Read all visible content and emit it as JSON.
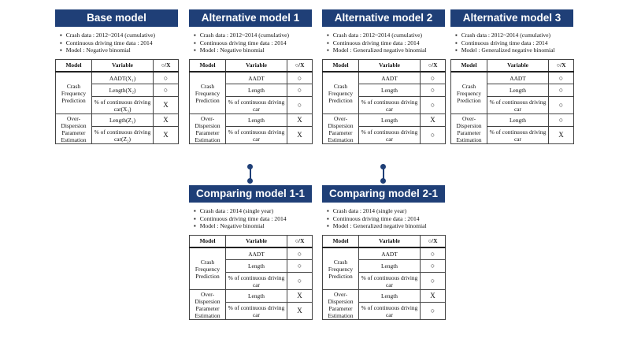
{
  "header_cols": {
    "model": "Model",
    "variable": "Variable",
    "mark": "○/X"
  },
  "base": {
    "title": "Base model",
    "bullets": [
      "Crash data : 2012~2014 (cumulative)",
      "Continuous driving time data : 2014",
      "Model : Negative binomial"
    ],
    "cat1": "Crash Frequency Prediction",
    "cat2": "Over-Dispersion Parameter Estimation",
    "rows": [
      {
        "var": "AADT(X₁)",
        "mark": "○"
      },
      {
        "var": "Length(X₂)",
        "mark": "○"
      },
      {
        "var": "% of continuous driving car(X₃)",
        "mark": "X"
      },
      {
        "var": "Length(Z₁)",
        "mark": "X"
      },
      {
        "var": "% of continuous driving car(Z₂)",
        "mark": "X"
      }
    ]
  },
  "alt1": {
    "title": "Alternative model 1",
    "bullets": [
      "Crash data : 2012~2014 (cumulative)",
      "Continuous driving time data : 2014",
      "Model : Negative binomial"
    ],
    "cat1": "Crash Frequency Prediction",
    "cat2": "Over-Dispersion Parameter Estimation",
    "rows": [
      {
        "var": "AADT",
        "mark": "○"
      },
      {
        "var": "Length",
        "mark": "○"
      },
      {
        "var": "% of continuous driving car",
        "mark": "○"
      },
      {
        "var": "Length",
        "mark": "X"
      },
      {
        "var": "% of continuous driving car",
        "mark": "X"
      }
    ]
  },
  "alt2": {
    "title": "Alternative model 2",
    "bullets": [
      "Crash data : 2012~2014 (cumulative)",
      "Continuous driving time data : 2014",
      "Model : Generalized negative binomial"
    ],
    "cat1": "Crash Frequency Prediction",
    "cat2": "Over-Dispersion Parameter Estimation",
    "rows": [
      {
        "var": "AADT",
        "mark": "○"
      },
      {
        "var": "Length",
        "mark": "○"
      },
      {
        "var": "% of continuous driving car",
        "mark": "○"
      },
      {
        "var": "Length",
        "mark": "X"
      },
      {
        "var": "% of continuous driving car",
        "mark": "○"
      }
    ]
  },
  "alt3": {
    "title": "Alternative model 3",
    "bullets": [
      "Crash data : 2012~2014 (cumulative)",
      "Continuous driving time data : 2014",
      "Model : Generalized negative binomial"
    ],
    "cat1": "Crash Frequency Prediction",
    "cat2": "Over-Dispersion Parameter Estimation",
    "rows": [
      {
        "var": "AADT",
        "mark": "○"
      },
      {
        "var": "Length",
        "mark": "○"
      },
      {
        "var": "% of continuous driving car",
        "mark": "○"
      },
      {
        "var": "Length",
        "mark": "○"
      },
      {
        "var": "% of continuous driving car",
        "mark": "X"
      }
    ]
  },
  "cmp1": {
    "title": "Comparing model 1-1",
    "bullets": [
      "Crash data : 2014 (single year)",
      "Continuous driving time data : 2014",
      "Model : Negative binomial"
    ],
    "cat1": "Crash Frequency Prediction",
    "cat2": "Over-Dispersion Parameter Estimation",
    "rows": [
      {
        "var": "AADT",
        "mark": "○"
      },
      {
        "var": "Length",
        "mark": "○"
      },
      {
        "var": "% of continuous driving car",
        "mark": "○"
      },
      {
        "var": "Length",
        "mark": "X"
      },
      {
        "var": "% of continuous driving car",
        "mark": "X"
      }
    ]
  },
  "cmp2": {
    "title": "Comparing model 2-1",
    "bullets": [
      "Crash data : 2014 (single year)",
      "Continuous driving time data : 2014",
      "Model : Generalized negative binomial"
    ],
    "cat1": "Crash Frequency Prediction",
    "cat2": "Over-Dispersion Parameter Estimation",
    "rows": [
      {
        "var": "AADT",
        "mark": "○"
      },
      {
        "var": "Length",
        "mark": "○"
      },
      {
        "var": "% of continuous driving car",
        "mark": "○"
      },
      {
        "var": "Length",
        "mark": "X"
      },
      {
        "var": "% of continuous driving car",
        "mark": "○"
      }
    ]
  }
}
